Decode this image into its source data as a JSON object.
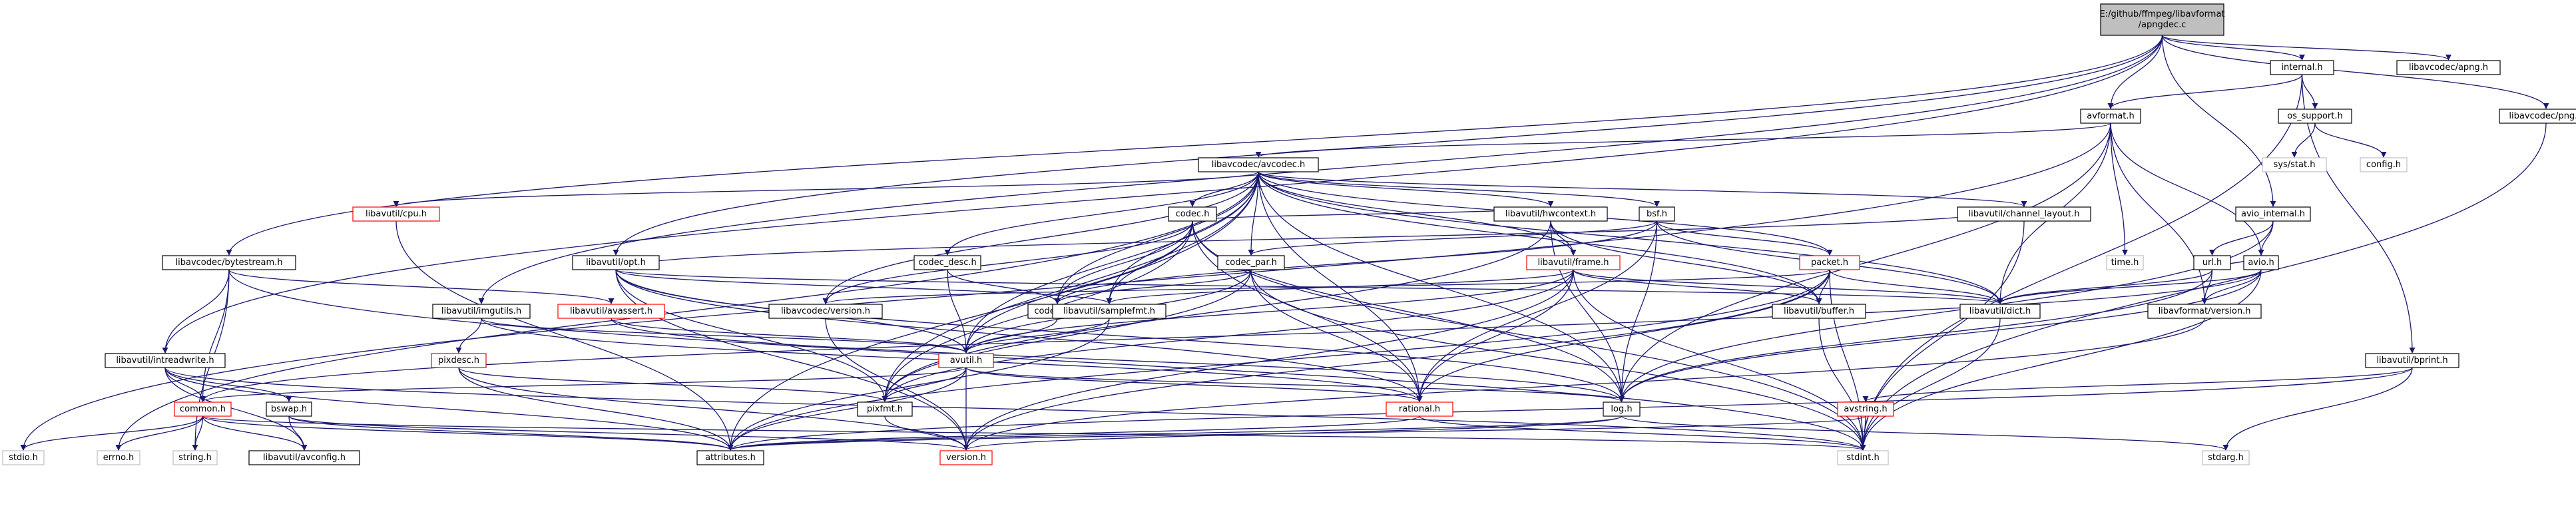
{
  "diagram": {
    "colors": {
      "edge": "#191970",
      "root_fill": "#bfbfbf",
      "node_fill": "#ffffff",
      "node_border": "#000000",
      "missing_border": "#bfbfbf",
      "truncated_border": "#ff0000"
    },
    "nodes": [
      {
        "id": "root",
        "lines": [
          "E:/github/ffmpeg/libavformat",
          "/apngdec.c"
        ],
        "kind": "root"
      },
      {
        "id": "internal_h",
        "lines": [
          "internal.h"
        ],
        "kind": "normal"
      },
      {
        "id": "lavc_apng_h",
        "lines": [
          "libavcodec/apng.h"
        ],
        "kind": "normal"
      },
      {
        "id": "avformat_h",
        "lines": [
          "avformat.h"
        ],
        "kind": "normal"
      },
      {
        "id": "os_support_h",
        "lines": [
          "os_support.h"
        ],
        "kind": "normal"
      },
      {
        "id": "lavc_png_h",
        "lines": [
          "libavcodec/png.h"
        ],
        "kind": "normal"
      },
      {
        "id": "sys_stat_h",
        "lines": [
          "sys/stat.h"
        ],
        "kind": "missing"
      },
      {
        "id": "config_h",
        "lines": [
          "config.h"
        ],
        "kind": "missing"
      },
      {
        "id": "avcodec_h",
        "lines": [
          "libavcodec/avcodec.h"
        ],
        "kind": "normal"
      },
      {
        "id": "cpu_h",
        "lines": [
          "libavutil/cpu.h"
        ],
        "kind": "truncated"
      },
      {
        "id": "codec_h",
        "lines": [
          "codec.h"
        ],
        "kind": "normal"
      },
      {
        "id": "channel_layout_h",
        "lines": [
          "libavutil/channel_layout.h"
        ],
        "kind": "normal"
      },
      {
        "id": "avio_internal_h",
        "lines": [
          "avio_internal.h"
        ],
        "kind": "normal"
      },
      {
        "id": "hwcontext_h",
        "lines": [
          "libavutil/hwcontext.h"
        ],
        "kind": "normal"
      },
      {
        "id": "bsf_h",
        "lines": [
          "bsf.h"
        ],
        "kind": "normal"
      },
      {
        "id": "time_h",
        "lines": [
          "time.h"
        ],
        "kind": "missing"
      },
      {
        "id": "url_h",
        "lines": [
          "url.h"
        ],
        "kind": "normal"
      },
      {
        "id": "frame_h",
        "lines": [
          "libavutil/frame.h"
        ],
        "kind": "truncated"
      },
      {
        "id": "packet_h",
        "lines": [
          "packet.h"
        ],
        "kind": "truncated"
      },
      {
        "id": "avio_h",
        "lines": [
          "avio.h"
        ],
        "kind": "normal"
      },
      {
        "id": "codec_desc_h",
        "lines": [
          "codec_desc.h"
        ],
        "kind": "normal"
      },
      {
        "id": "codec_par_h",
        "lines": [
          "codec_par.h"
        ],
        "kind": "normal"
      },
      {
        "id": "bytestream_h",
        "lines": [
          "libavcodec/bytestream.h"
        ],
        "kind": "normal"
      },
      {
        "id": "opt_h",
        "lines": [
          "libavutil/opt.h"
        ],
        "kind": "normal"
      },
      {
        "id": "imgutils_h",
        "lines": [
          "libavutil/imgutils.h"
        ],
        "kind": "normal"
      },
      {
        "id": "avassert_h",
        "lines": [
          "libavutil/avassert.h"
        ],
        "kind": "truncated"
      },
      {
        "id": "lavc_version_h",
        "lines": [
          "libavcodec/version.h"
        ],
        "kind": "normal"
      },
      {
        "id": "codec_id_h",
        "lines": [
          "codec_id.h"
        ],
        "kind": "normal"
      },
      {
        "id": "samplefmt_h",
        "lines": [
          "libavutil/samplefmt.h"
        ],
        "kind": "normal"
      },
      {
        "id": "buffer_h",
        "lines": [
          "libavutil/buffer.h"
        ],
        "kind": "normal"
      },
      {
        "id": "dict_h",
        "lines": [
          "libavutil/dict.h"
        ],
        "kind": "normal"
      },
      {
        "id": "lavf_version_h",
        "lines": [
          "libavformat/version.h"
        ],
        "kind": "normal"
      },
      {
        "id": "intreadwrite_h",
        "lines": [
          "libavutil/intreadwrite.h"
        ],
        "kind": "normal"
      },
      {
        "id": "pixdesc_h",
        "lines": [
          "pixdesc.h"
        ],
        "kind": "truncated"
      },
      {
        "id": "avutil_h",
        "lines": [
          "avutil.h"
        ],
        "kind": "truncated"
      },
      {
        "id": "bprint_h",
        "lines": [
          "libavutil/bprint.h"
        ],
        "kind": "normal"
      },
      {
        "id": "common_h",
        "lines": [
          "common.h"
        ],
        "kind": "truncated"
      },
      {
        "id": "bswap_h",
        "lines": [
          "bswap.h"
        ],
        "kind": "normal"
      },
      {
        "id": "pixfmt_h",
        "lines": [
          "pixfmt.h"
        ],
        "kind": "normal"
      },
      {
        "id": "rational_h",
        "lines": [
          "rational.h"
        ],
        "kind": "truncated"
      },
      {
        "id": "log_h",
        "lines": [
          "log.h"
        ],
        "kind": "normal"
      },
      {
        "id": "avstring_h",
        "lines": [
          "avstring.h"
        ],
        "kind": "truncated"
      },
      {
        "id": "stdio_h",
        "lines": [
          "stdio.h"
        ],
        "kind": "missing"
      },
      {
        "id": "errno_h",
        "lines": [
          "errno.h"
        ],
        "kind": "missing"
      },
      {
        "id": "string_h",
        "lines": [
          "string.h"
        ],
        "kind": "missing"
      },
      {
        "id": "avconfig_h",
        "lines": [
          "libavutil/avconfig.h"
        ],
        "kind": "normal"
      },
      {
        "id": "attributes_h",
        "lines": [
          "attributes.h"
        ],
        "kind": "normal"
      },
      {
        "id": "version_h",
        "lines": [
          "version.h"
        ],
        "kind": "truncated"
      },
      {
        "id": "stdint_h",
        "lines": [
          "stdint.h"
        ],
        "kind": "missing"
      },
      {
        "id": "stdarg_h",
        "lines": [
          "stdarg.h"
        ],
        "kind": "missing"
      }
    ],
    "edges": [
      [
        "root",
        "internal_h"
      ],
      [
        "root",
        "lavc_apng_h"
      ],
      [
        "root",
        "avformat_h"
      ],
      [
        "root",
        "lavc_png_h"
      ],
      [
        "root",
        "avio_internal_h"
      ],
      [
        "root",
        "bytestream_h"
      ],
      [
        "root",
        "opt_h"
      ],
      [
        "root",
        "imgutils_h"
      ],
      [
        "root",
        "intreadwrite_h"
      ],
      [
        "internal_h",
        "avformat_h"
      ],
      [
        "internal_h",
        "os_support_h"
      ],
      [
        "internal_h",
        "bprint_h"
      ],
      [
        "internal_h",
        "stdint_h"
      ],
      [
        "os_support_h",
        "sys_stat_h"
      ],
      [
        "os_support_h",
        "config_h"
      ],
      [
        "lavc_png_h",
        "stdint_h"
      ],
      [
        "avformat_h",
        "avcodec_h"
      ],
      [
        "avformat_h",
        "time_h"
      ],
      [
        "avformat_h",
        "avio_h"
      ],
      [
        "avformat_h",
        "dict_h"
      ],
      [
        "avformat_h",
        "lavf_version_h"
      ],
      [
        "avformat_h",
        "log_h"
      ],
      [
        "avformat_h",
        "stdio_h"
      ],
      [
        "avcodec_h",
        "cpu_h"
      ],
      [
        "avcodec_h",
        "codec_h"
      ],
      [
        "avcodec_h",
        "channel_layout_h"
      ],
      [
        "avcodec_h",
        "hwcontext_h"
      ],
      [
        "avcodec_h",
        "bsf_h"
      ],
      [
        "avcodec_h",
        "frame_h"
      ],
      [
        "avcodec_h",
        "packet_h"
      ],
      [
        "avcodec_h",
        "codec_desc_h"
      ],
      [
        "avcodec_h",
        "codec_par_h"
      ],
      [
        "avcodec_h",
        "lavc_version_h"
      ],
      [
        "avcodec_h",
        "codec_id_h"
      ],
      [
        "avcodec_h",
        "samplefmt_h"
      ],
      [
        "avcodec_h",
        "buffer_h"
      ],
      [
        "avcodec_h",
        "dict_h"
      ],
      [
        "avcodec_h",
        "avutil_h"
      ],
      [
        "avcodec_h",
        "pixfmt_h"
      ],
      [
        "avcodec_h",
        "rational_h"
      ],
      [
        "avcodec_h",
        "log_h"
      ],
      [
        "avcodec_h",
        "attributes_h"
      ],
      [
        "avcodec_h",
        "errno_h"
      ],
      [
        "cpu_h",
        "attributes_h"
      ],
      [
        "codec_h",
        "hwcontext_h"
      ],
      [
        "codec_h",
        "codec_id_h"
      ],
      [
        "codec_h",
        "lavc_version_h"
      ],
      [
        "codec_h",
        "samplefmt_h"
      ],
      [
        "codec_h",
        "avutil_h"
      ],
      [
        "codec_h",
        "pixfmt_h"
      ],
      [
        "codec_h",
        "rational_h"
      ],
      [
        "codec_h",
        "log_h"
      ],
      [
        "codec_h",
        "stdint_h"
      ],
      [
        "channel_layout_h",
        "stdint_h"
      ],
      [
        "avio_internal_h",
        "url_h"
      ],
      [
        "avio_internal_h",
        "avio_h"
      ],
      [
        "avio_internal_h",
        "log_h"
      ],
      [
        "hwcontext_h",
        "frame_h"
      ],
      [
        "hwcontext_h",
        "buffer_h"
      ],
      [
        "hwcontext_h",
        "pixfmt_h"
      ],
      [
        "hwcontext_h",
        "log_h"
      ],
      [
        "bsf_h",
        "codec_par_h"
      ],
      [
        "bsf_h",
        "packet_h"
      ],
      [
        "bsf_h",
        "codec_id_h"
      ],
      [
        "bsf_h",
        "dict_h"
      ],
      [
        "bsf_h",
        "log_h"
      ],
      [
        "bsf_h",
        "rational_h"
      ],
      [
        "url_h",
        "avio_h"
      ],
      [
        "url_h",
        "lavf_version_h"
      ],
      [
        "url_h",
        "dict_h"
      ],
      [
        "url_h",
        "log_h"
      ],
      [
        "frame_h",
        "avutil_h"
      ],
      [
        "frame_h",
        "buffer_h"
      ],
      [
        "frame_h",
        "dict_h"
      ],
      [
        "frame_h",
        "rational_h"
      ],
      [
        "frame_h",
        "samplefmt_h"
      ],
      [
        "frame_h",
        "pixfmt_h"
      ],
      [
        "frame_h",
        "version_h"
      ],
      [
        "frame_h",
        "stdint_h"
      ],
      [
        "packet_h",
        "buffer_h"
      ],
      [
        "packet_h",
        "dict_h"
      ],
      [
        "packet_h",
        "rational_h"
      ],
      [
        "packet_h",
        "attributes_h"
      ],
      [
        "packet_h",
        "version_h"
      ],
      [
        "packet_h",
        "stdint_h"
      ],
      [
        "packet_h",
        "lavc_version_h"
      ],
      [
        "avio_h",
        "dict_h"
      ],
      [
        "avio_h",
        "log_h"
      ],
      [
        "avio_h",
        "lavf_version_h"
      ],
      [
        "avio_h",
        "common_h"
      ],
      [
        "avio_h",
        "stdint_h"
      ],
      [
        "codec_desc_h",
        "codec_id_h"
      ],
      [
        "codec_desc_h",
        "avutil_h"
      ],
      [
        "codec_par_h",
        "codec_id_h"
      ],
      [
        "codec_par_h",
        "avutil_h"
      ],
      [
        "codec_par_h",
        "pixfmt_h"
      ],
      [
        "codec_par_h",
        "rational_h"
      ],
      [
        "codec_par_h",
        "stdint_h"
      ],
      [
        "bytestream_h",
        "intreadwrite_h"
      ],
      [
        "bytestream_h",
        "avassert_h"
      ],
      [
        "bytestream_h",
        "common_h"
      ],
      [
        "bytestream_h",
        "string_h"
      ],
      [
        "bytestream_h",
        "stdint_h"
      ],
      [
        "opt_h",
        "avutil_h"
      ],
      [
        "opt_h",
        "channel_layout_h"
      ],
      [
        "opt_h",
        "dict_h"
      ],
      [
        "opt_h",
        "log_h"
      ],
      [
        "opt_h",
        "pixfmt_h"
      ],
      [
        "opt_h",
        "rational_h"
      ],
      [
        "opt_h",
        "samplefmt_h"
      ],
      [
        "opt_h",
        "version_h"
      ],
      [
        "imgutils_h",
        "avutil_h"
      ],
      [
        "imgutils_h",
        "pixdesc_h"
      ],
      [
        "imgutils_h",
        "rational_h"
      ],
      [
        "avassert_h",
        "avutil_h"
      ],
      [
        "avassert_h",
        "log_h"
      ],
      [
        "lavc_version_h",
        "version_h"
      ],
      [
        "codec_id_h",
        "avutil_h"
      ],
      [
        "samplefmt_h",
        "avutil_h"
      ],
      [
        "samplefmt_h",
        "attributes_h"
      ],
      [
        "buffer_h",
        "stdint_h"
      ],
      [
        "dict_h",
        "stdint_h"
      ],
      [
        "lavf_version_h",
        "version_h"
      ],
      [
        "intreadwrite_h",
        "common_h"
      ],
      [
        "intreadwrite_h",
        "bswap_h"
      ],
      [
        "intreadwrite_h",
        "avconfig_h"
      ],
      [
        "intreadwrite_h",
        "attributes_h"
      ],
      [
        "intreadwrite_h",
        "stdint_h"
      ],
      [
        "pixdesc_h",
        "pixfmt_h"
      ],
      [
        "pixdesc_h",
        "attributes_h"
      ],
      [
        "pixdesc_h",
        "version_h"
      ],
      [
        "avutil_h",
        "common_h"
      ],
      [
        "avutil_h",
        "rational_h"
      ],
      [
        "avutil_h",
        "version_h"
      ],
      [
        "avutil_h",
        "log_h"
      ],
      [
        "avutil_h",
        "pixfmt_h"
      ],
      [
        "avutil_h",
        "attributes_h"
      ],
      [
        "bprint_h",
        "avstring_h"
      ],
      [
        "bprint_h",
        "attributes_h"
      ],
      [
        "bprint_h",
        "stdarg_h"
      ],
      [
        "common_h",
        "stdio_h"
      ],
      [
        "common_h",
        "errno_h"
      ],
      [
        "common_h",
        "string_h"
      ],
      [
        "common_h",
        "avconfig_h"
      ],
      [
        "common_h",
        "attributes_h"
      ],
      [
        "common_h",
        "stdint_h"
      ],
      [
        "bswap_h",
        "avconfig_h"
      ],
      [
        "bswap_h",
        "attributes_h"
      ],
      [
        "bswap_h",
        "version_h"
      ],
      [
        "pixfmt_h",
        "version_h"
      ],
      [
        "rational_h",
        "attributes_h"
      ],
      [
        "rational_h",
        "stdint_h"
      ],
      [
        "log_h",
        "attributes_h"
      ],
      [
        "log_h",
        "version_h"
      ],
      [
        "log_h",
        "stdarg_h"
      ],
      [
        "avstring_h",
        "attributes_h"
      ],
      [
        "avstring_h",
        "stdint_h"
      ]
    ]
  }
}
